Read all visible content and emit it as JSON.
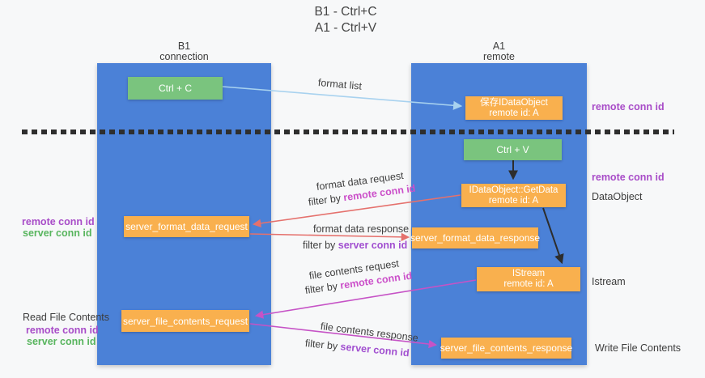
{
  "title": {
    "line1": "B1 - Ctrl+C",
    "line2": "A1 - Ctrl+V"
  },
  "lanes": {
    "left": {
      "name": "B1",
      "role": "connection"
    },
    "right": {
      "name": "A1",
      "role": "remote"
    }
  },
  "nodes": {
    "ctrl_c": {
      "label": "Ctrl + C"
    },
    "ctrl_v": {
      "label": "Ctrl + V"
    },
    "save_dataobject": {
      "line1": "保存IDataObject",
      "line2": "remote id: A"
    },
    "getdata": {
      "line1": "IDataObject::GetData",
      "line2": "remote id: A"
    },
    "istream": {
      "line1": "IStream",
      "line2": "remote id: A"
    },
    "format_request": {
      "label": "server_format_data_request"
    },
    "format_response": {
      "label": "server_format_data_response"
    },
    "file_request": {
      "label": "server_file_contents_request"
    },
    "file_response": {
      "label": "server_file_contents_response"
    }
  },
  "edges": {
    "format_list": {
      "label": "format list"
    },
    "format_data_request": {
      "label": "format data request",
      "filter_prefix": "filter by ",
      "filter_key": "remote conn id"
    },
    "format_data_response": {
      "label": "format data response",
      "filter_prefix": "filter by ",
      "filter_key": "server conn id"
    },
    "file_contents_request": {
      "label": "file contents request",
      "filter_prefix": "filter by ",
      "filter_key": "remote conn id"
    },
    "file_contents_response": {
      "label": "file contents response",
      "filter_prefix": "filter by ",
      "filter_key": "server conn id"
    }
  },
  "side_labels": {
    "right_top_conn": "remote conn id",
    "right_mid_conn": "remote conn id",
    "dataobject": "DataObject",
    "istream": "Istream",
    "write_file": "Write File Contents",
    "left_mid_remote": "remote conn id",
    "left_mid_server": "server conn id",
    "read_file": "Read File Contents",
    "left_bot_remote": "remote conn id",
    "left_bot_server": "server conn id"
  },
  "colors": {
    "lane_blue": "#4b81d7",
    "node_orange": "#f9b04e",
    "node_green": "#7ac47e",
    "conn_purple": "#a84cc8",
    "conn_magenta": "#cb4fc9",
    "conn_green": "#58b55e",
    "filter_server_purple": "#a14fd0",
    "arrow_red": "#e5716d",
    "arrow_magenta": "#c653c6",
    "arrow_blue": "#a8d2ef",
    "arrow_black": "#2d2d2d",
    "background": "#f7f8f9"
  }
}
